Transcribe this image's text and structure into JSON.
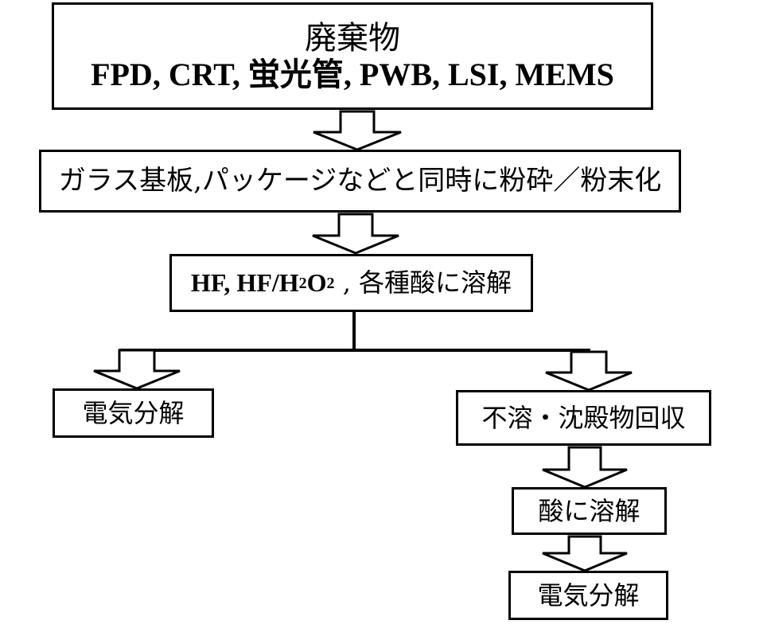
{
  "diagram": {
    "nodes": [
      {
        "id": "waste",
        "title": "廃棄物",
        "subtitle": "FPD, CRT, 蛍光管, PWB, LSI, MEMS"
      },
      {
        "id": "crush",
        "label": "ガラス基板,パッケージなどと同時に粉砕／粉末化"
      },
      {
        "id": "dissolve1",
        "chem_a": "HF, HF/H",
        "sub_a": "2",
        "chem_b": "O",
        "sub_b": "2",
        "rest": " , 各種酸に溶解"
      },
      {
        "id": "electro1",
        "label": "電気分解"
      },
      {
        "id": "collect",
        "label": "不溶・沈殿物回収"
      },
      {
        "id": "dissolve2",
        "label": "酸に溶解"
      },
      {
        "id": "electro2",
        "label": "電気分解"
      }
    ],
    "edges": [
      {
        "from": "waste",
        "to": "crush"
      },
      {
        "from": "crush",
        "to": "dissolve1"
      },
      {
        "from": "dissolve1",
        "to": "electro1"
      },
      {
        "from": "dissolve1",
        "to": "collect"
      },
      {
        "from": "collect",
        "to": "dissolve2"
      },
      {
        "from": "dissolve2",
        "to": "electro2"
      }
    ]
  }
}
